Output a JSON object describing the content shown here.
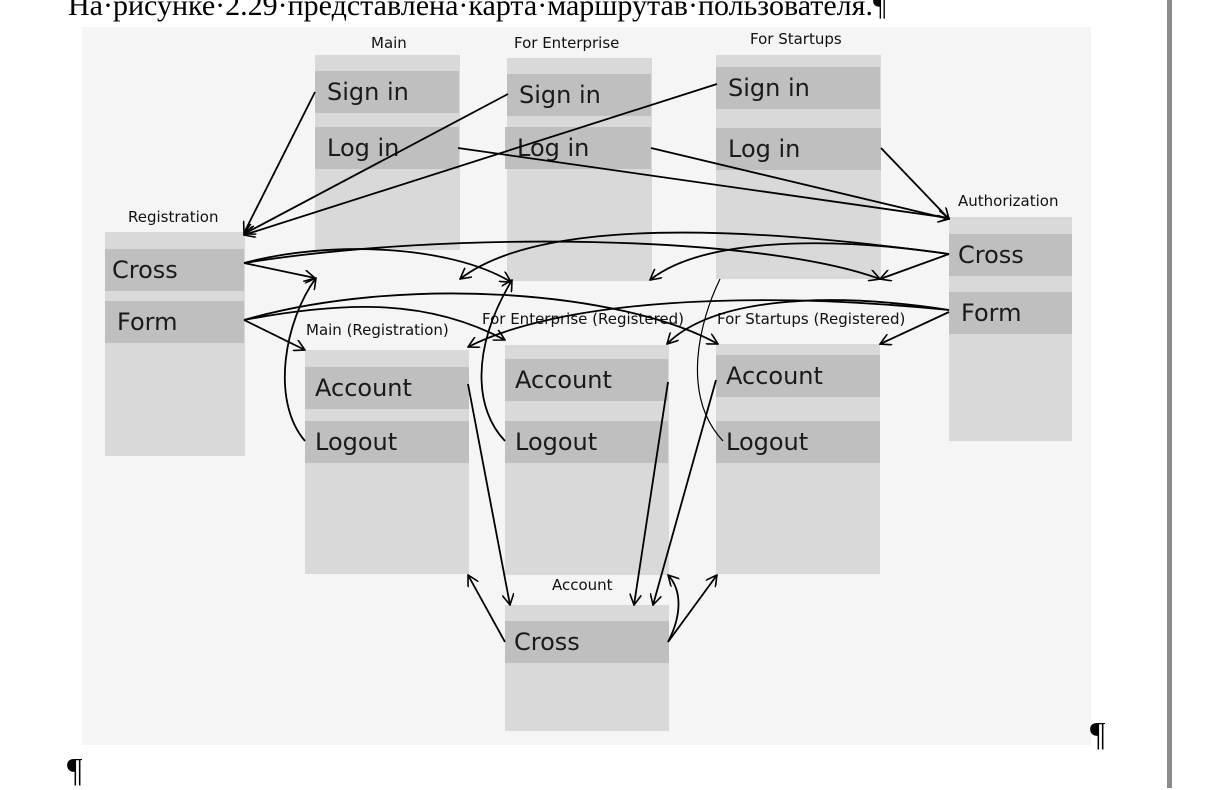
{
  "caption": "На·рисунке·2.29·представлена·карта·маршрутав·пользователя.¶",
  "pilcrow": "¶",
  "screens": {
    "main": {
      "title": "Main",
      "items": [
        "Sign in",
        "Log in"
      ]
    },
    "enterprise": {
      "title": "For Enterprise",
      "items": [
        "Sign in",
        "Log in"
      ]
    },
    "startups": {
      "title": "For Startups",
      "items": [
        "Sign in",
        "Log in"
      ]
    },
    "registration": {
      "title": "Registration",
      "items": [
        "Cross",
        "Form"
      ]
    },
    "authorization": {
      "title": "Authorization",
      "items": [
        "Cross",
        "Form"
      ]
    },
    "main_reg": {
      "title": "Main (Registration)",
      "items": [
        "Account",
        "Logout"
      ]
    },
    "enterprise_reg": {
      "title": "For Enterprise (Registered)",
      "items": [
        "Account",
        "Logout"
      ]
    },
    "startups_reg": {
      "title": "For Startups (Registered)",
      "items": [
        "Account",
        "Logout"
      ]
    },
    "account": {
      "title": "Account",
      "items": [
        "Cross"
      ]
    }
  }
}
